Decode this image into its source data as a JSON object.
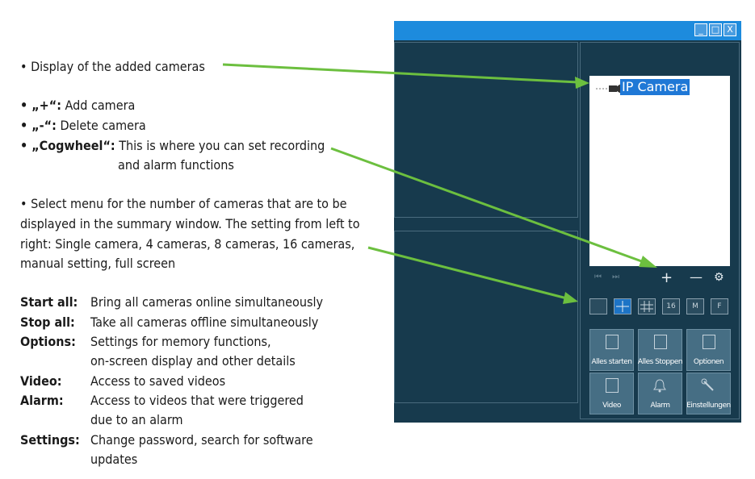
{
  "notes": {
    "display": "• Display of the added cameras",
    "plus_key": "• „+“:",
    "plus_text": "Add camera",
    "minus_key": "• „-“:",
    "minus_text": "Delete camera",
    "cog_key": "• „Cogwheel“:",
    "cog_text_1": "This is where you can set recording",
    "cog_text_2": "and alarm functions",
    "select_1": "• Select menu for the number of cameras that are to be",
    "select_2": "displayed in the summary window. The setting from left to",
    "select_3": "right: Single camera, 4 cameras, 8 cameras, 16 cameras,",
    "select_4": "manual setting, full screen"
  },
  "legend": [
    {
      "key": "Start all:",
      "lines": [
        "Bring all cameras online simultaneously"
      ]
    },
    {
      "key": "Stop all:",
      "lines": [
        "Take all cameras offline simultaneously"
      ]
    },
    {
      "key": "Options:",
      "lines": [
        "Settings for memory functions,",
        "on-screen display and other details"
      ]
    },
    {
      "key": "Video:",
      "lines": [
        "Access to saved videos"
      ]
    },
    {
      "key": "Alarm:",
      "lines": [
        "Access to videos that were triggered",
        "due to an alarm"
      ]
    },
    {
      "key": "Settings:",
      "lines": [
        "Change password, search for software",
        "updates"
      ]
    }
  ],
  "app": {
    "window_buttons": [
      "_",
      "□",
      "X"
    ],
    "tree_item": "IP Camera",
    "controls": [
      "+",
      "—",
      "⚙"
    ],
    "layout_buttons": [
      "single",
      "4",
      "8",
      "16",
      "M",
      "F"
    ],
    "buttons": [
      {
        "label": "Alles starten",
        "icon": "play-grid-icon"
      },
      {
        "label": "Alles Stoppen",
        "icon": "stop-grid-icon"
      },
      {
        "label": "Optionen",
        "icon": "options-icon"
      },
      {
        "label": "Video",
        "icon": "video-icon"
      },
      {
        "label": "Alarm",
        "icon": "bell-icon"
      },
      {
        "label": "Einstellungen",
        "icon": "wrench-icon"
      }
    ]
  },
  "colors": {
    "arrow": "#6cbf3f",
    "titlebar": "#1d8bdd",
    "panel": "#173a4d"
  }
}
